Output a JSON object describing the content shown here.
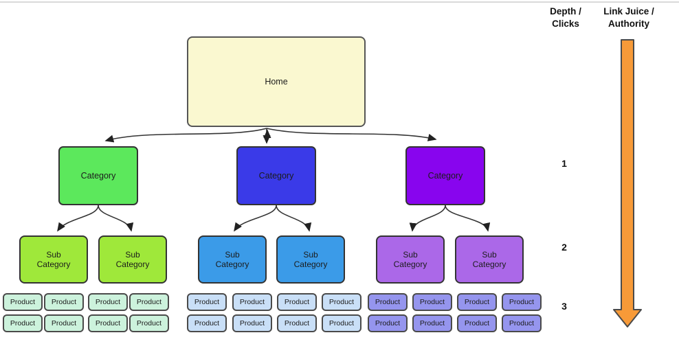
{
  "headers": {
    "depth_clicks": "Depth /\nClicks",
    "link_juice": "Link Juice /\nAuthority"
  },
  "nodes": {
    "home": "Home",
    "category": "Category",
    "sub_category": "Sub\nCategory",
    "product": "Product"
  },
  "depth_levels": [
    "1",
    "2",
    "3"
  ],
  "structure_note": "Home links to 3 categories; each category links to 2 sub categories; each branch has 8 products (2 rows of 4); depth levels 1-3 labeled at right; orange arrow shows decreasing link juice with depth",
  "colors": {
    "home_fill": "#FAF8D0",
    "category_green": "#5CE85C",
    "category_blue": "#3A3AE8",
    "category_purple": "#8805EE",
    "sub_category_green": "#9FE83A",
    "sub_category_blue": "#3B9BE8",
    "sub_category_purple": "#AB68E8",
    "product_green": "#CCF2DC",
    "product_blue": "#C9DFF7",
    "product_purple": "#9595EE",
    "arrow_orange": "#F79A38",
    "connector": "#333333",
    "node_border": "#444444"
  }
}
